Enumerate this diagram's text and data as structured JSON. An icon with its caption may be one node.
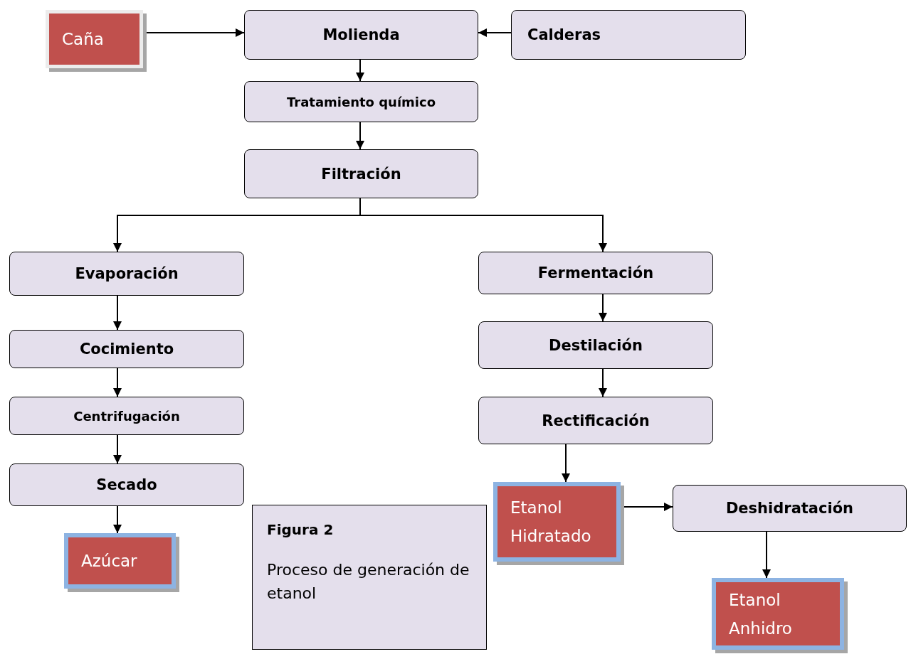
{
  "diagram": {
    "nodes": [
      {
        "text": [
          "Caña"
        ]
      },
      {
        "text": [
          "Molienda"
        ]
      },
      {
        "text": [
          "Calderas"
        ]
      },
      {
        "text": [
          "Tratamiento químico"
        ]
      },
      {
        "text": [
          "Filtración"
        ]
      },
      {
        "text": [
          "Evaporación"
        ]
      },
      {
        "text": [
          "Fermentación"
        ]
      },
      {
        "text": [
          "Cocimiento"
        ]
      },
      {
        "text": [
          "Destilación"
        ]
      },
      {
        "text": [
          "Centrifugación"
        ]
      },
      {
        "text": [
          "Rectificación"
        ]
      },
      {
        "text": [
          "Secado"
        ]
      },
      {
        "text": [
          "Etanol Hidratado"
        ]
      },
      {
        "text": [
          "Deshidratación"
        ]
      },
      {
        "text": [
          "Azúcar"
        ]
      },
      {
        "text": [
          "Figura 2",
          "Proceso de generación de etanol"
        ]
      },
      {
        "text": [
          "Etanol Anhidro"
        ]
      }
    ],
    "edges": [
      {
        "from": 0,
        "to": 1,
        "arrow": "to"
      },
      {
        "from": 2,
        "to": 1,
        "arrow": "to"
      },
      {
        "from": 1,
        "to": 3,
        "arrow": "to"
      },
      {
        "from": 3,
        "to": 4,
        "arrow": "to"
      },
      {
        "from": 4,
        "to": 5,
        "arrow": "to"
      },
      {
        "from": 4,
        "to": 6,
        "arrow": "to"
      },
      {
        "from": 5,
        "to": 7,
        "arrow": "to"
      },
      {
        "from": 7,
        "to": 9,
        "arrow": "to"
      },
      {
        "from": 9,
        "to": 11,
        "arrow": "to"
      },
      {
        "from": 11,
        "to": 14,
        "arrow": "to"
      },
      {
        "from": 6,
        "to": 8,
        "arrow": "to"
      },
      {
        "from": 8,
        "to": 10,
        "arrow": "to"
      },
      {
        "from": 10,
        "to": 12,
        "arrow": "to"
      },
      {
        "from": 12,
        "to": 13,
        "arrow": "to"
      },
      {
        "from": 13,
        "to": 16,
        "arrow": "to"
      }
    ]
  }
}
